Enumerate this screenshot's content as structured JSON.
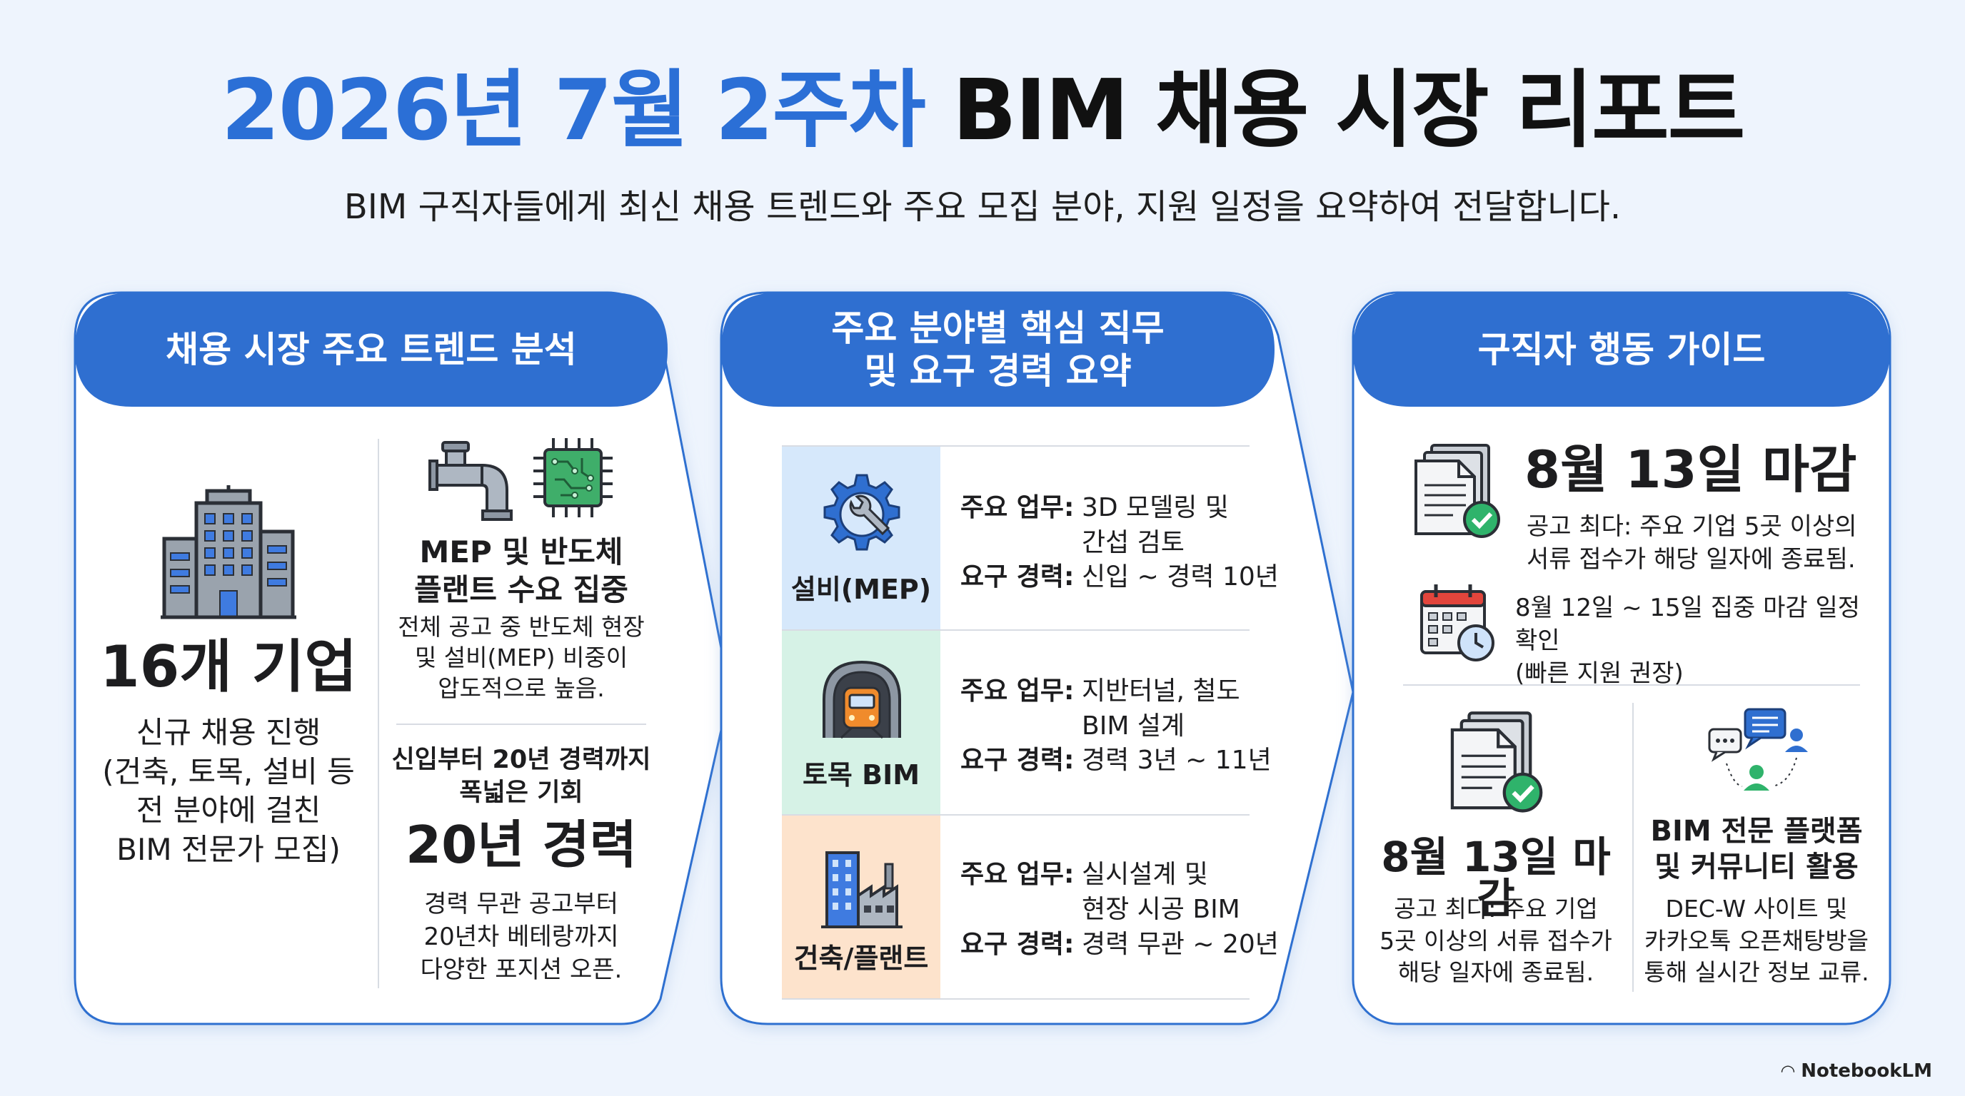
{
  "title": {
    "part_blue": "2026년 7월 2주차",
    "part_dark": "BIM 채용 시장 리포트"
  },
  "subtitle": "BIM 구직자들에게 최신 채용 트렌드와 주요 모집 분야, 지원 일정을 요약하여 전달합니다.",
  "panel1": {
    "header": "채용 시장 주요 트렌드 분석",
    "companies": {
      "big": "16개 기업",
      "desc": [
        "신규 채용 진행",
        "(건축, 토목, 설비 등",
        "전 분야에 걸친",
        "BIM 전문가 모집)"
      ]
    },
    "mep": {
      "title": [
        "MEP 및 반도체",
        "플랜트 수요 집중"
      ],
      "desc": [
        "전체 공고 중 반도체 현장",
        "및 설비(MEP) 비중이",
        "압도적으로 높음."
      ]
    },
    "career": {
      "title": [
        "신입부터 20년 경력까지",
        "폭넓은 기회"
      ],
      "big": "20년 경력",
      "desc": [
        "경력 무관 공고부터",
        "20년차 베테랑까지",
        "다양한 포지션 오픈."
      ]
    }
  },
  "panel2": {
    "header": [
      "주요 분야별 핵심 직무",
      "및 요구 경력 요약"
    ],
    "rows": [
      {
        "label": "설비(MEP)",
        "icon": "gear-wrench-icon",
        "bg": "#d6e8fb",
        "duty_key": "주요 업무:",
        "duty": [
          "3D 모델링 및",
          "간섭 검토"
        ],
        "exp_key": "요구 경력:",
        "exp": "신입 ~ 경력 10년"
      },
      {
        "label": "토목 BIM",
        "icon": "tunnel-train-icon",
        "bg": "#d6f2e6",
        "duty_key": "주요 업무:",
        "duty": [
          "지반터널, 철도",
          "BIM 설계"
        ],
        "exp_key": "요구 경력:",
        "exp": "경력 3년 ~ 11년"
      },
      {
        "label": "건축/플랜트",
        "icon": "building-factory-icon",
        "bg": "#fde3cc",
        "duty_key": "주요 업무:",
        "duty": [
          "실시설계 및",
          "현장 시공 BIM"
        ],
        "exp_key": "요구 경력:",
        "exp": "경력 무관 ~ 20년"
      }
    ]
  },
  "panel3": {
    "header": "구직자 행동 가이드",
    "deadline_top": {
      "big": "8월 13일 마감",
      "desc": [
        "공고 최다: 주요 기업 5곳 이상의",
        "서류 접수가 해당 일자에 종료됨."
      ]
    },
    "calendar_note": [
      "8월 12일 ~ 15일 집중 마감 일정 확인",
      "(빠른 지원 권장)"
    ],
    "deadline_bottom": {
      "big": "8월 13일 마감",
      "desc": [
        "공고 최다: 주요 기업",
        "5곳 이상의 서류 접수가",
        "해당 일자에 종료됨."
      ]
    },
    "community": {
      "title": [
        "BIM 전문 플랫폼",
        "및 커뮤니티 활용"
      ],
      "desc": [
        "DEC-W 사이트 및",
        "카카오톡 오픈채탕방을",
        "통해 실시간 정보 교류."
      ]
    }
  },
  "watermark": "NotebookLM",
  "colors": {
    "accent_blue": "#2b6fd6",
    "header_blue": "#2f6fd0",
    "check_green": "#2fb36b",
    "bg": "#eef4fd"
  }
}
